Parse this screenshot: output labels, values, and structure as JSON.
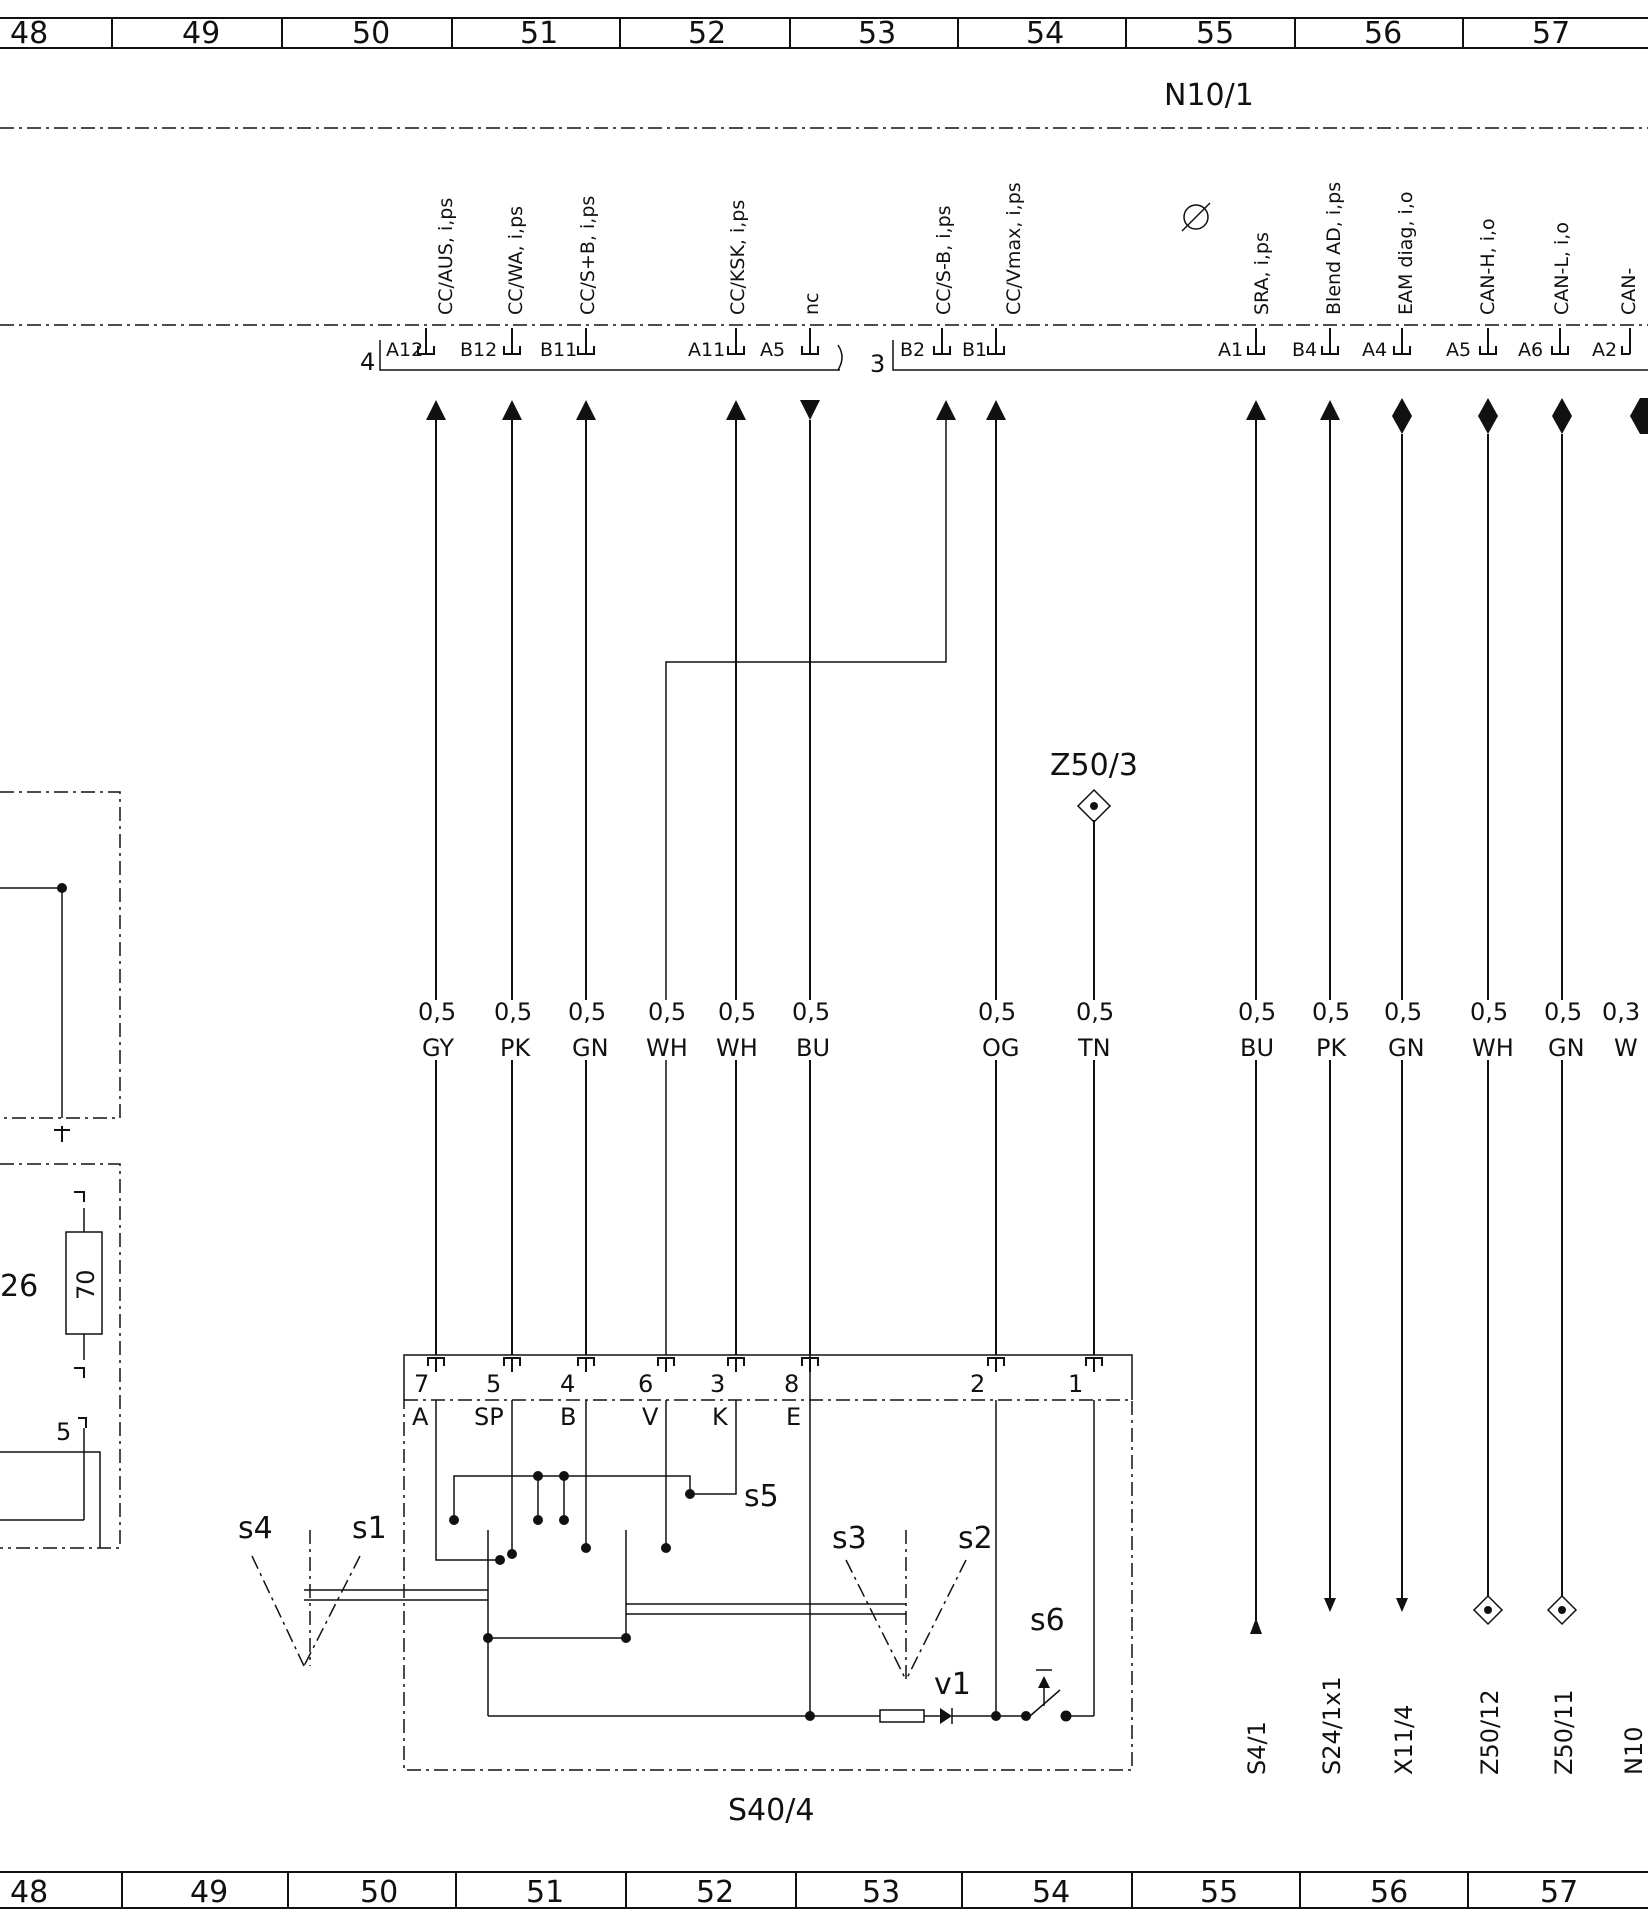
{
  "grid": {
    "columns": [
      "48",
      "49",
      "50",
      "51",
      "52",
      "53",
      "54",
      "55",
      "56",
      "57"
    ]
  },
  "module": {
    "id": "N10/1",
    "connector_4": "4",
    "connector_3": "3"
  },
  "top_pins": [
    {
      "pin": "A12",
      "signal": "CC/AUS, i,ps",
      "size": "0,5",
      "color": "GY"
    },
    {
      "pin": "B12",
      "signal": "CC/WA, i,ps",
      "size": "0,5",
      "color": "PK"
    },
    {
      "pin": "B11",
      "signal": "CC/S+B, i,ps",
      "size": "0,5",
      "color": "GN"
    },
    {
      "pin": "A11",
      "signal": "CC/KSK, i,ps",
      "size": "0,5",
      "color": "WH"
    },
    {
      "pin": "A5",
      "signal": "nc",
      "size": "0,5",
      "color": "BU"
    },
    {
      "pin": "B2",
      "signal": "CC/S-B, i,ps",
      "size": "0,5",
      "color": "WH"
    },
    {
      "pin": "B1",
      "signal": "CC/Vmax, i,ps",
      "size": "0,5",
      "color": "OG"
    },
    {
      "pin": "A1",
      "signal": "SRA, i,ps",
      "size": "0,5",
      "color": "BU",
      "dest": "S4/1"
    },
    {
      "pin": "B4",
      "signal": "Blend AD, i,ps",
      "size": "0,5",
      "color": "PK",
      "dest": "S24/1x1"
    },
    {
      "pin": "A4",
      "signal": "EAM diag, i,o",
      "size": "0,5",
      "color": "GN",
      "dest": "X11/4"
    },
    {
      "pin": "A5",
      "signal": "CAN-H, i,o",
      "size": "0,5",
      "color": "WH",
      "dest": "Z50/12"
    },
    {
      "pin": "A6",
      "signal": "CAN-L, i,o",
      "size": "0,5",
      "color": "GN",
      "dest": "Z50/11"
    },
    {
      "pin": "A2",
      "signal": "CAN-",
      "size": "0,3",
      "color": "W",
      "dest": "N10"
    }
  ],
  "tn_wire": {
    "size": "0,5",
    "color": "TN",
    "splice": "Z50/3"
  },
  "switch": {
    "id": "S40/4",
    "pins": [
      {
        "num": "7",
        "label": "A"
      },
      {
        "num": "5",
        "label": "SP"
      },
      {
        "num": "4",
        "label": "B"
      },
      {
        "num": "6",
        "label": "V"
      },
      {
        "num": "3",
        "label": "K"
      },
      {
        "num": "8",
        "label": "E"
      },
      {
        "num": "2",
        "label": ""
      },
      {
        "num": "1",
        "label": ""
      }
    ],
    "contacts": [
      "s1",
      "s2",
      "s3",
      "s4",
      "s5",
      "s6"
    ],
    "led": "v1"
  },
  "left_part": {
    "resistor": "70",
    "label": "26",
    "pin": "5"
  }
}
